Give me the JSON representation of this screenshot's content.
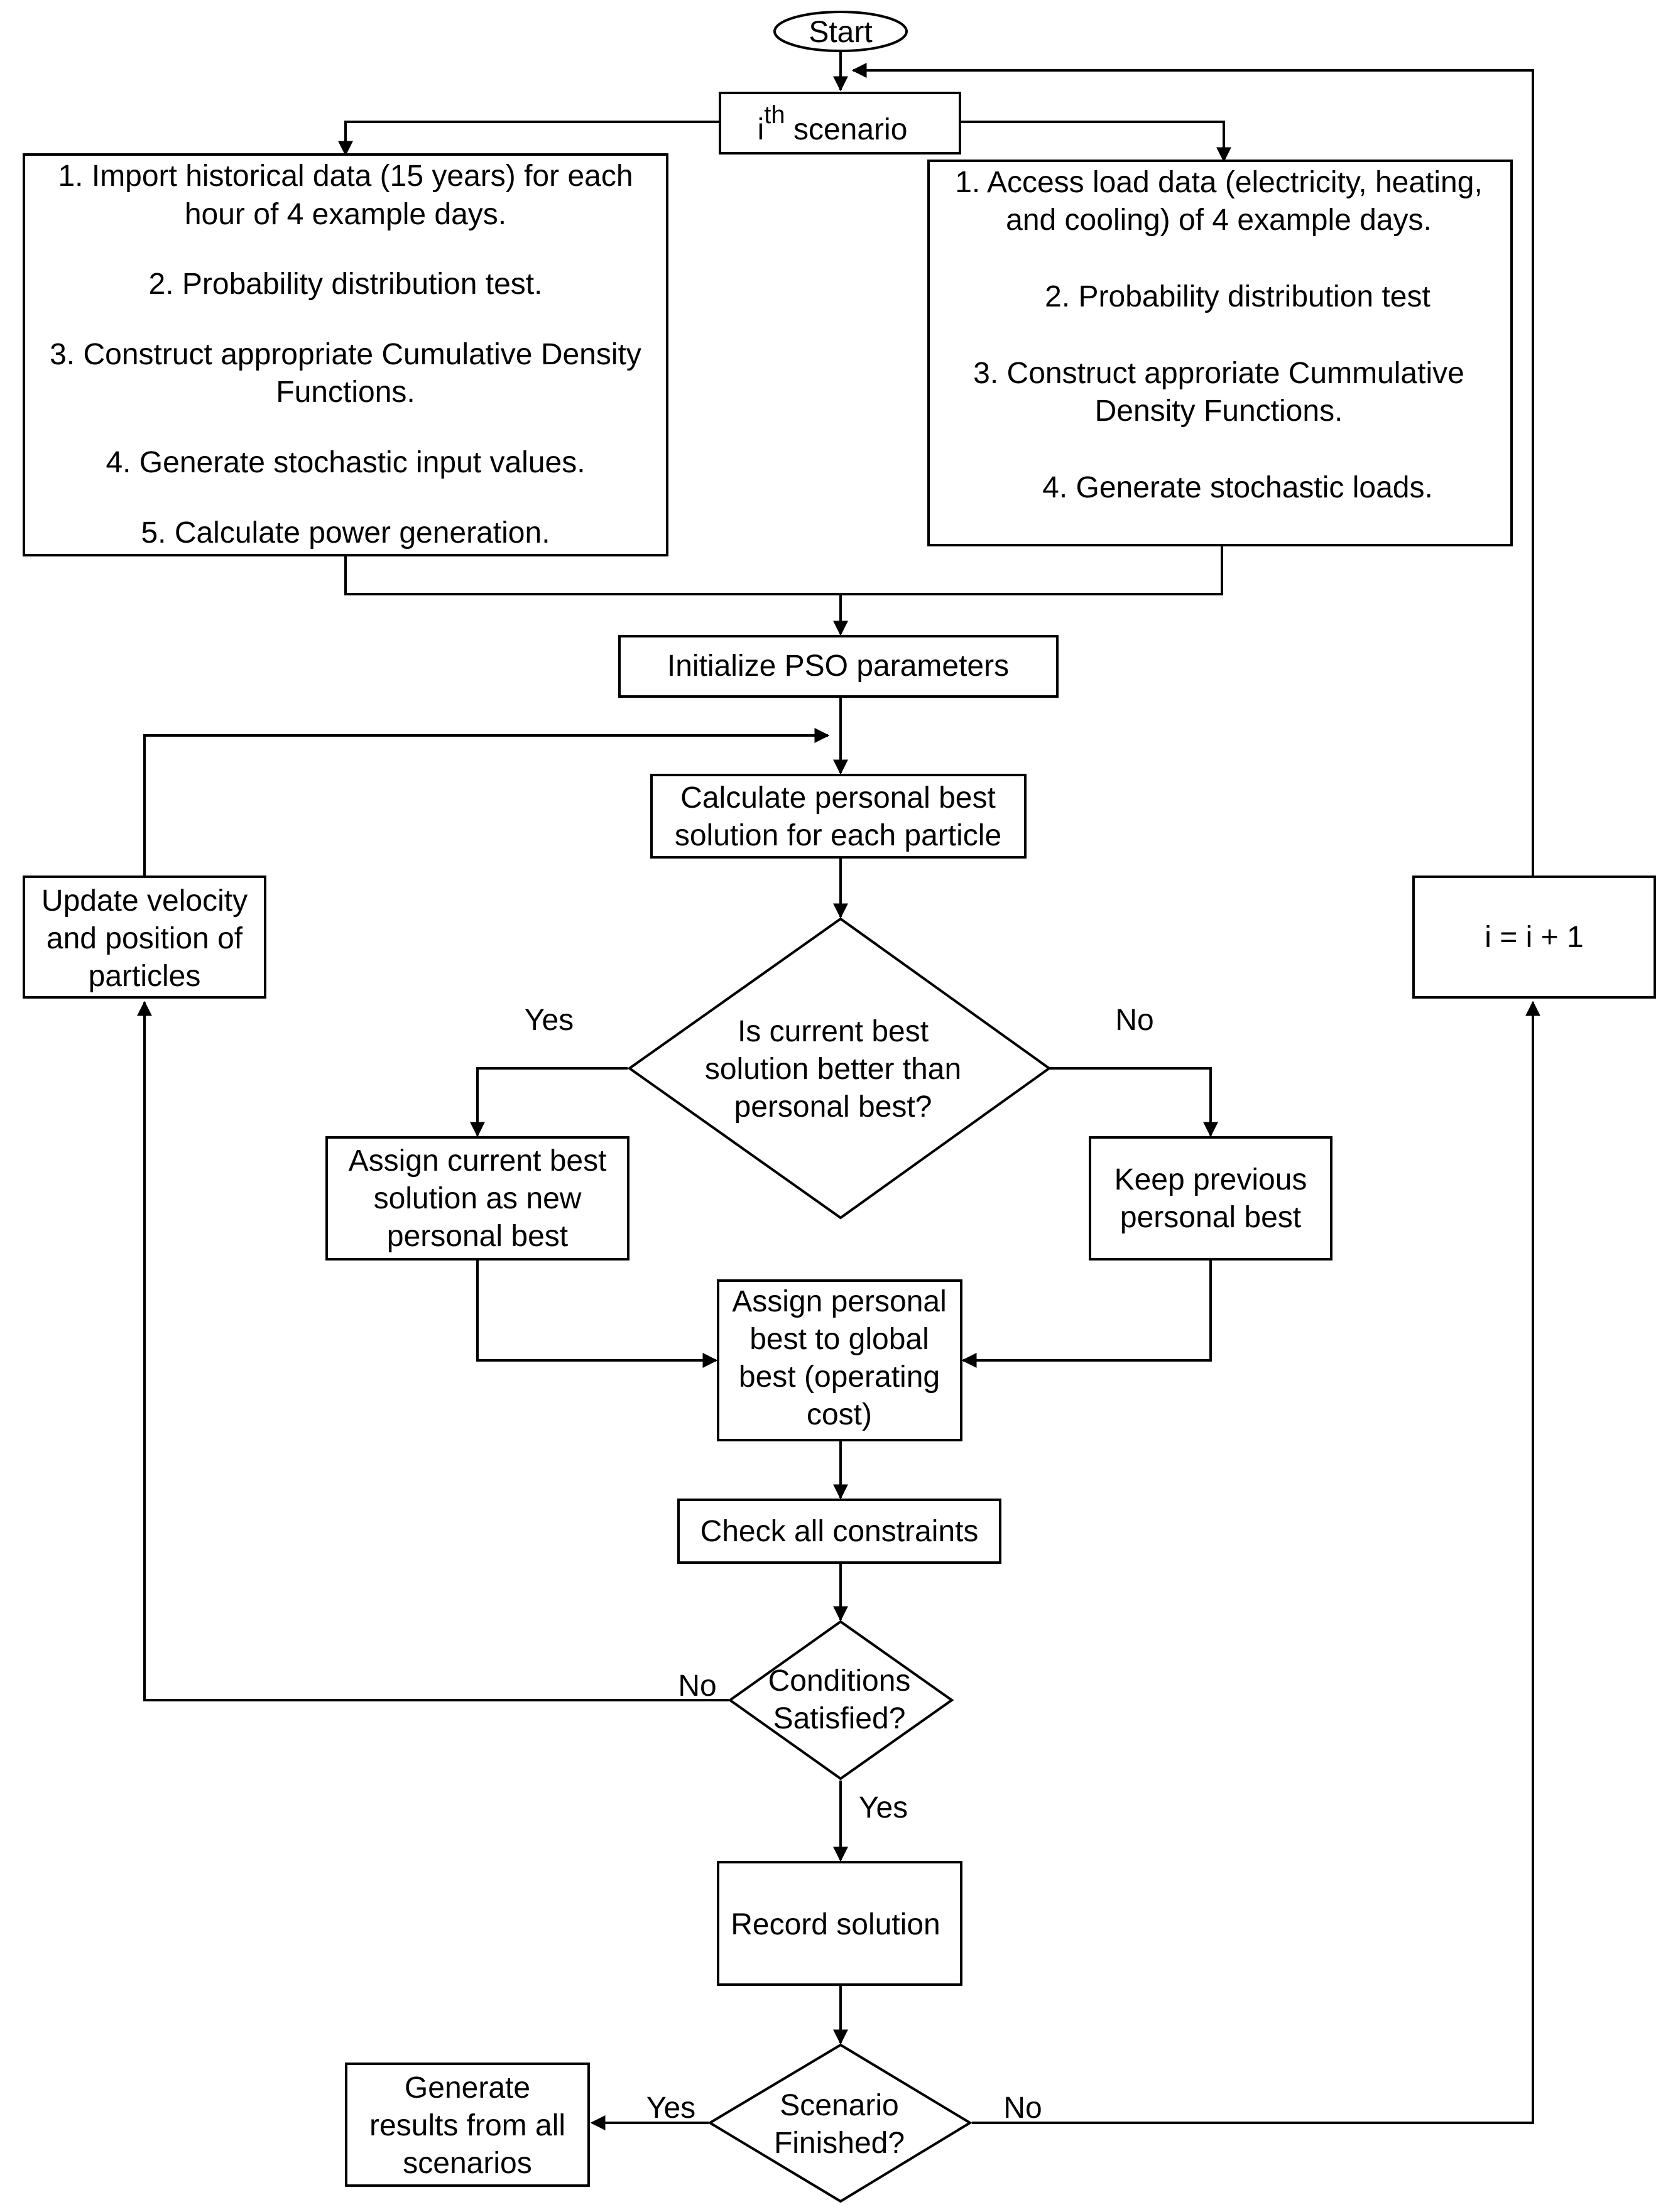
{
  "nodes": {
    "start": "Start",
    "scenario": {
      "base": "i",
      "sup": "th",
      "text": " scenario"
    },
    "left_block": [
      "1. Import historical data (15 years) for each",
      "hour of 4 example days.",
      "2. Probability distribution test.",
      "3. Construct appropriate Cumulative Density",
      "Functions.",
      "4. Generate stochastic input values.",
      "5. Calculate power generation."
    ],
    "right_block": [
      "1. Access load data (electricity, heating,",
      "and cooling) of 4 example days.",
      "2. Probability distribution test",
      "3. Construct approriate Cummulative",
      "Density Functions.",
      "4. Generate stochastic loads."
    ],
    "init_pso": "Initialize PSO parameters",
    "calc_pbest": [
      "Calculate personal best",
      "solution for each particle"
    ],
    "update_velocity": [
      "Update velocity",
      "and position of",
      "particles"
    ],
    "increment": "i = i + 1",
    "decision_better": [
      "Is current best",
      "solution better than",
      "personal best?"
    ],
    "assign_current": [
      "Assign current best",
      "solution as new",
      "personal best"
    ],
    "keep_previous": [
      "Keep previous",
      "personal best"
    ],
    "assign_global": [
      "Assign personal",
      "best to global",
      "best (operating",
      "cost)"
    ],
    "check_constraints": "Check all constraints",
    "decision_conditions": [
      "Conditions",
      "Satisfied?"
    ],
    "record_solution": "Record solution",
    "decision_finished": [
      "Scenario",
      "Finished?"
    ],
    "generate_results": [
      "Generate",
      "results from all",
      "scenarios"
    ]
  },
  "edge_labels": {
    "better_yes": "Yes",
    "better_no": "No",
    "conditions_no": "No",
    "conditions_yes": "Yes",
    "finished_yes": "Yes",
    "finished_no": "No"
  }
}
